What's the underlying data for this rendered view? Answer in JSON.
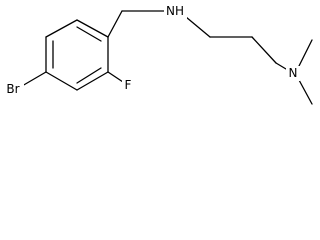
{
  "molecule": {
    "atoms": {
      "bromine": "Br",
      "fluorine": "F",
      "amine_nh": "NH",
      "dimethyl_n": "N"
    }
  }
}
